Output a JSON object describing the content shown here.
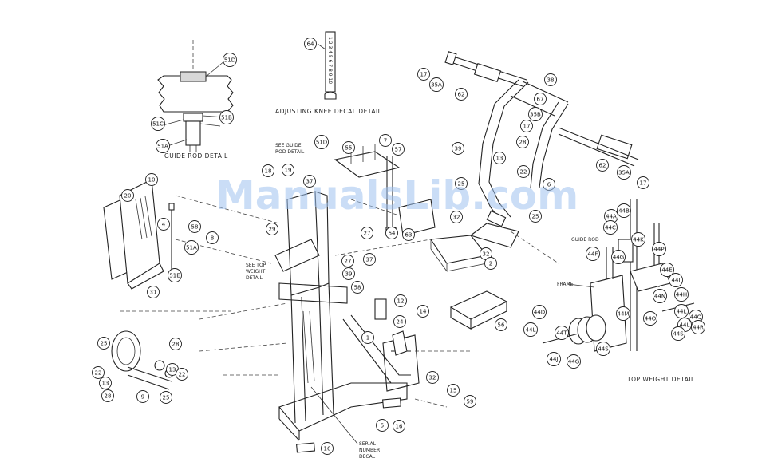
{
  "watermark": "ManualsLib.com",
  "captions": {
    "guide_rod_detail": "GUIDE ROD DETAIL",
    "adjusting_knee_decal_detail": "ADJUSTING KNEE DECAL DETAIL",
    "top_weight_detail": "TOP WEIGHT DETAIL",
    "see_guide_rod_detail": [
      "SEE GUIDE",
      "ROD DETAIL"
    ],
    "see_top_weight_detail": [
      "SEE TOP",
      "WEIGHT",
      "DETAIL"
    ],
    "serial_number_decal": [
      "SERIAL",
      "NUMBER",
      "DECAL"
    ],
    "guide_rod": "GUIDE ROD",
    "frame": "FRAME"
  },
  "decal_numbers": "1 2 3 4 5 6 7 8 9 10",
  "callouts": [
    "51D",
    "51B",
    "51C",
    "51A",
    "64",
    "17",
    "35A",
    "62",
    "38",
    "67",
    "35B",
    "17",
    "28",
    "13",
    "22",
    "6",
    "62",
    "35A",
    "17",
    "39",
    "25",
    "25",
    "32",
    "32",
    "2",
    "10",
    "20",
    "4",
    "31",
    "18",
    "19",
    "58",
    "51A",
    "51E",
    "8",
    "29",
    "51D",
    "55",
    "7",
    "57",
    "37",
    "63",
    "64",
    "27",
    "27",
    "37",
    "39",
    "58",
    "12",
    "14",
    "24",
    "1",
    "56",
    "32",
    "28",
    "13",
    "22",
    "25",
    "22",
    "13",
    "28",
    "25",
    "9",
    "5",
    "16",
    "16",
    "15",
    "59",
    "44B",
    "44A",
    "44C",
    "44K",
    "44F",
    "44G",
    "44P",
    "44E",
    "44I",
    "44D",
    "44L",
    "44N",
    "44H",
    "44M",
    "44L",
    "44O",
    "44Q",
    "44J",
    "44T",
    "44L",
    "44S",
    "44G",
    "44S",
    "44R"
  ]
}
